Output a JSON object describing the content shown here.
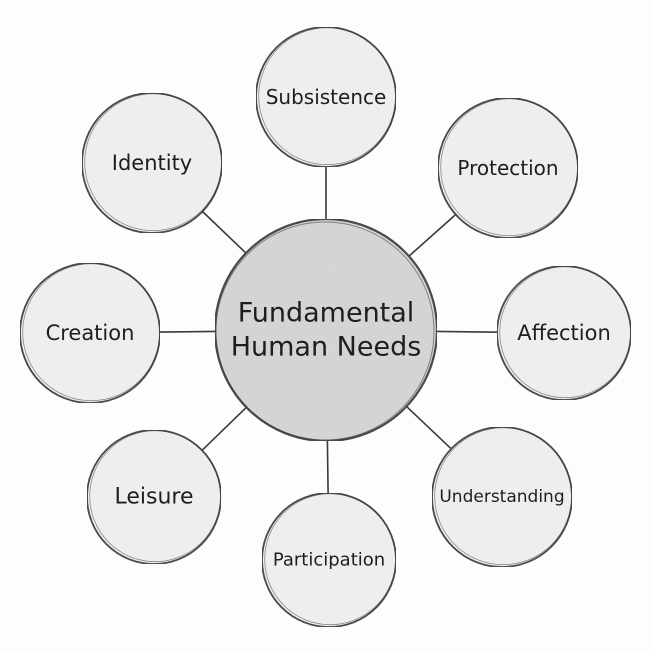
{
  "colors": {
    "background": "#fdfdfd",
    "center_fill": "#d6d6d6",
    "node_fill": "#f1f1f1",
    "stroke": "#3a3a3a",
    "text": "#1e1e1e"
  },
  "center": {
    "lines": [
      "Fundamental",
      "Human Needs"
    ]
  },
  "needs": [
    {
      "id": "subsistence",
      "label": "Subsistence"
    },
    {
      "id": "protection",
      "label": "Protection"
    },
    {
      "id": "affection",
      "label": "Affection"
    },
    {
      "id": "understanding",
      "label": "Understanding"
    },
    {
      "id": "participation",
      "label": "Participation"
    },
    {
      "id": "leisure",
      "label": "Leisure"
    },
    {
      "id": "creation",
      "label": "Creation"
    },
    {
      "id": "identity",
      "label": "Identity"
    }
  ]
}
